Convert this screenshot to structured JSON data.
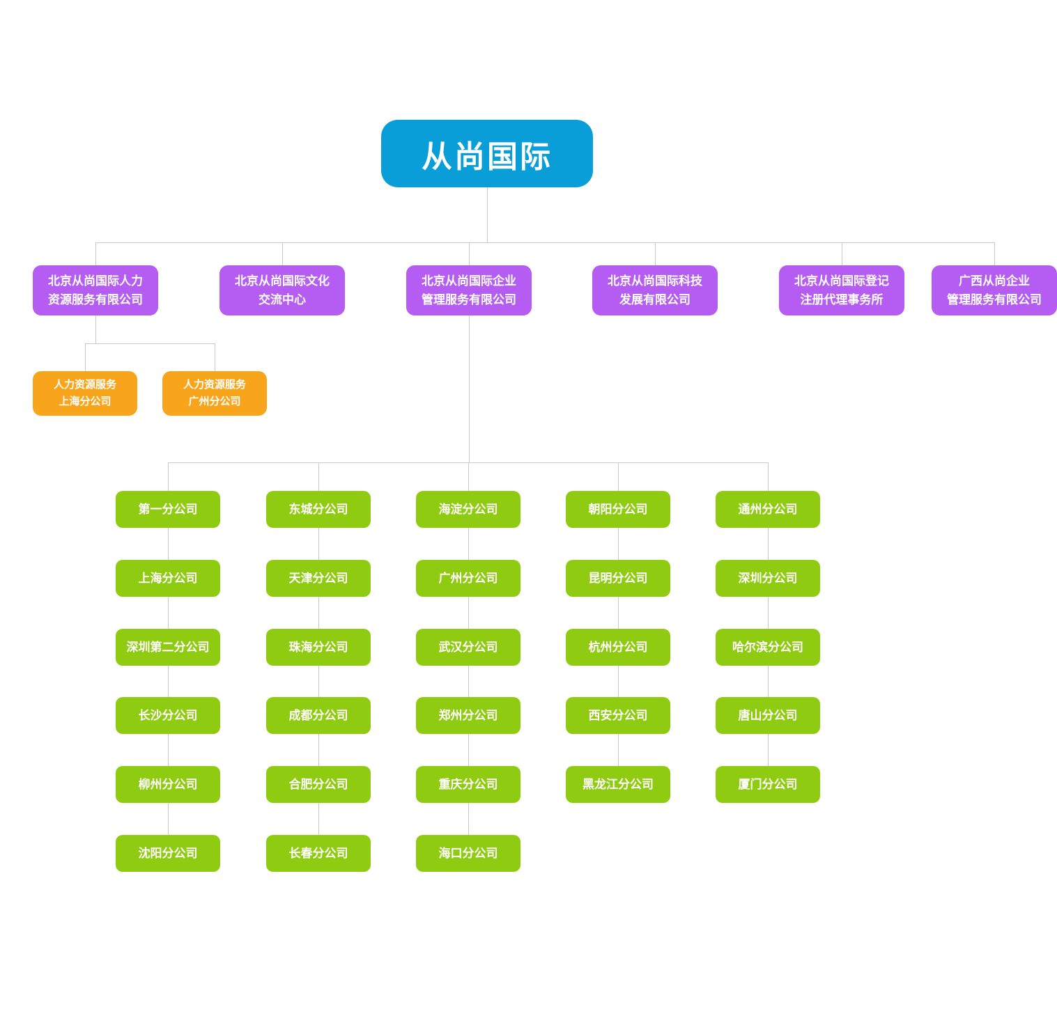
{
  "colors": {
    "root_blue": "#0a9ed8",
    "subsidiary_purple": "#b55cf2",
    "branch_orange": "#f9a51b",
    "branch_green": "#8fcb11",
    "connector_gray": "#c9c9c9",
    "text_white": "#ffffff",
    "background": "#ffffff"
  },
  "org": {
    "root": {
      "label": "从尚国际"
    },
    "subsidiaries": [
      {
        "label": "北京从尚国际人力\n资源服务有限公司"
      },
      {
        "label": "北京从尚国际文化\n交流中心"
      },
      {
        "label": "北京从尚国际企业\n管理服务有限公司"
      },
      {
        "label": "北京从尚国际科技\n发展有限公司"
      },
      {
        "label": "北京从尚国际登记\n注册代理事务所"
      },
      {
        "label": "广西从尚企业\n管理服务有限公司"
      }
    ],
    "hr_branches": [
      {
        "label": "人力资源服务\n上海分公司"
      },
      {
        "label": "人力资源服务\n广州分公司"
      }
    ],
    "branch_columns": [
      [
        "第一分公司",
        "上海分公司",
        "深圳第二分公司",
        "长沙分公司",
        "柳州分公司",
        "沈阳分公司"
      ],
      [
        "东城分公司",
        "天津分公司",
        "珠海分公司",
        "成都分公司",
        "合肥分公司",
        "长春分公司"
      ],
      [
        "海淀分公司",
        "广州分公司",
        "武汉分公司",
        "郑州分公司",
        "重庆分公司",
        "海口分公司"
      ],
      [
        "朝阳分公司",
        "昆明分公司",
        "杭州分公司",
        "西安分公司",
        "黑龙江分公司"
      ],
      [
        "通州分公司",
        "深圳分公司",
        "哈尔滨分公司",
        "唐山分公司",
        "厦门分公司"
      ]
    ]
  }
}
